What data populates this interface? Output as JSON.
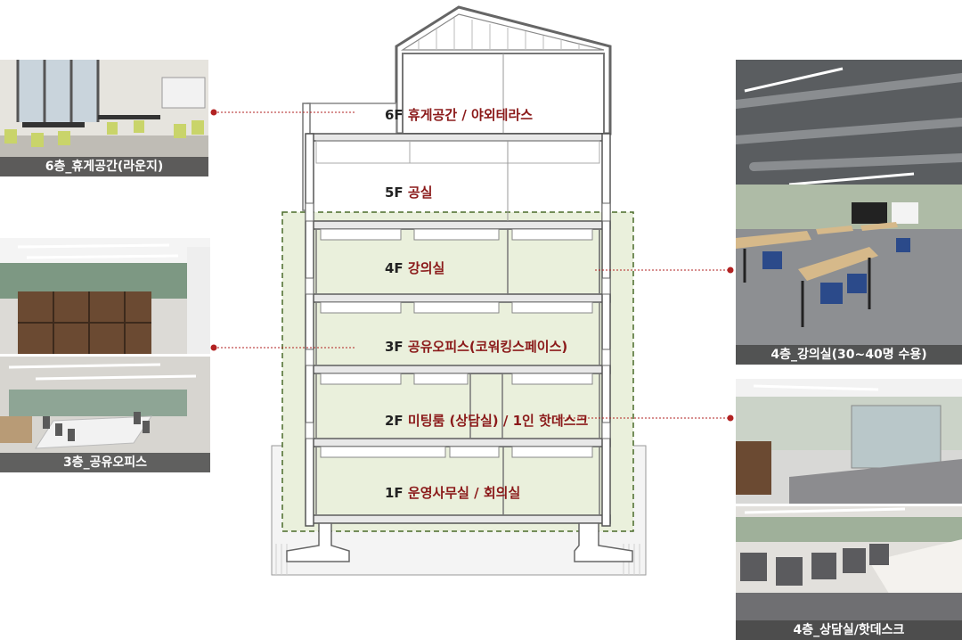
{
  "colors": {
    "label_red": "#8b1a1a",
    "leader_line": "#b22222",
    "highlight_fill": "#eaf0dc",
    "highlight_border": "#4a6b2a"
  },
  "floors": [
    {
      "num": "6F",
      "label": "휴게공간 / 야외테라스"
    },
    {
      "num": "5F",
      "label": "공실"
    },
    {
      "num": "4F",
      "label": "강의실"
    },
    {
      "num": "3F",
      "label": "공유오피스(코워킹스페이스)"
    },
    {
      "num": "2F",
      "label": "미팅룸 (상담실) / 1인 핫데스크"
    },
    {
      "num": "1F",
      "label": "운영사무실 / 회의실"
    }
  ],
  "photos": {
    "lounge": {
      "caption": "6층_휴게공간(라운지)"
    },
    "office": {
      "caption": "3층_공유오피스"
    },
    "lecture": {
      "caption": "4층_강의실(30~40명 수용)"
    },
    "consult": {
      "caption": "4층_상담실/핫데스크"
    }
  }
}
